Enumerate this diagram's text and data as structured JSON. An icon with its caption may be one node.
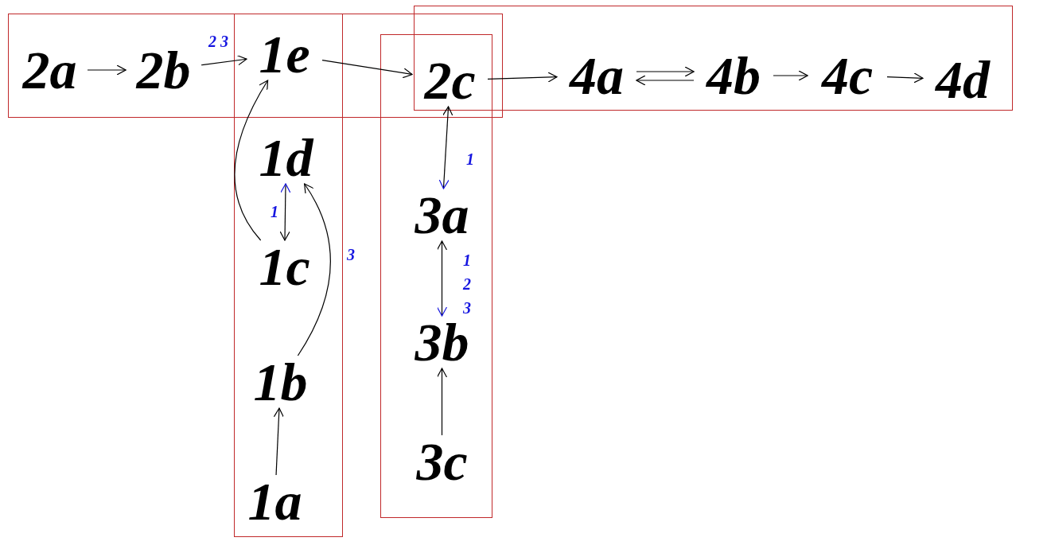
{
  "diagram": {
    "nodes": [
      {
        "text": [],
        "shape": "box"
      },
      {
        "text": [],
        "shape": "box"
      },
      {
        "text": [],
        "shape": "box"
      },
      {
        "text": [],
        "shape": "box"
      },
      {
        "text": [
          "2a"
        ],
        "in": 0
      },
      {
        "text": [
          "2b"
        ],
        "in": 0
      },
      {
        "text": [
          "1e"
        ]
      },
      {
        "text": [
          "2c"
        ]
      },
      {
        "text": [
          "4a"
        ],
        "in": 3
      },
      {
        "text": [
          "4b"
        ],
        "in": 3
      },
      {
        "text": [
          "4c"
        ],
        "in": 3
      },
      {
        "text": [
          "4d"
        ],
        "in": 3
      },
      {
        "text": [
          "1d"
        ],
        "in": 1
      },
      {
        "text": [
          "1c"
        ],
        "in": 1
      },
      {
        "text": [
          "1b"
        ],
        "in": 1
      },
      {
        "text": [
          "1a"
        ],
        "in": 1
      },
      {
        "text": [
          "3a"
        ],
        "in": 2
      },
      {
        "text": [
          "3b"
        ],
        "in": 2
      },
      {
        "text": [
          "3c"
        ],
        "in": 2
      }
    ],
    "edges": [
      {
        "from": 4,
        "to": 5,
        "arrow": "to"
      },
      {
        "from": 5,
        "to": 6,
        "arrow": "to",
        "label": "2 3"
      },
      {
        "from": 6,
        "to": 7,
        "arrow": "to"
      },
      {
        "from": 7,
        "to": 8,
        "arrow": "to"
      },
      {
        "from": 8,
        "to": 9,
        "arrow": "to"
      },
      {
        "from": 9,
        "to": 8,
        "arrow": "to"
      },
      {
        "from": 9,
        "to": 10,
        "arrow": "to"
      },
      {
        "from": 10,
        "to": 11,
        "arrow": "to"
      },
      {
        "from": 12,
        "to": 13,
        "arrow": "both",
        "label": "1"
      },
      {
        "from": 13,
        "to": 6,
        "arrow": "to"
      },
      {
        "from": 14,
        "to": 12,
        "arrow": "to",
        "label": "3"
      },
      {
        "from": 15,
        "to": 14,
        "arrow": "to"
      },
      {
        "from": 16,
        "to": 7,
        "arrow": "both",
        "label": "1"
      },
      {
        "from": 17,
        "to": 16,
        "arrow": "both",
        "label": "1 2 3"
      },
      {
        "from": 18,
        "to": 17,
        "arrow": "to"
      }
    ]
  }
}
